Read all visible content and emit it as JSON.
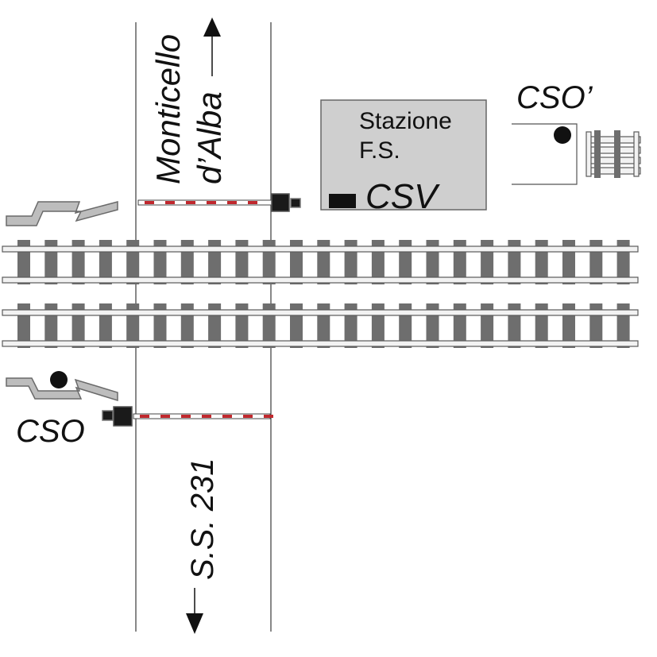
{
  "labels": {
    "road_north": "Monticello",
    "road_north_2": "d’Alba",
    "road_south": "S.S. 231",
    "station_line1": "Stazione",
    "station_line2": "F.S.",
    "csv": "CSV",
    "cso": "CSO",
    "cso_prime": "CSO’"
  },
  "colors": {
    "rail": "#7a7a7a",
    "rail_border": "#5a5a5a",
    "sleeper": "#6e6e6e",
    "station_fill": "#cfcfcf",
    "barrier_red": "#c0282d",
    "dark": "#1a1a1a",
    "road_line": "#3a3a3a"
  },
  "icons": {
    "arrow_north": "arrow-up-icon",
    "arrow_south": "arrow-down-icon",
    "sensor_north_left": "lightning-sensor-icon",
    "sensor_south_left": "lightning-sensor-icon",
    "buffer_stop": "track-stub-icon"
  }
}
